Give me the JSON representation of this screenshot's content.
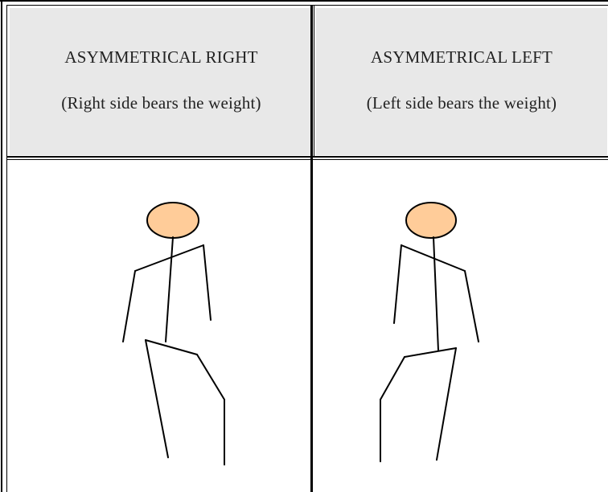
{
  "table": {
    "columns": [
      {
        "title": "ASYMMETRICAL RIGHT",
        "subtitle": "(Right side bears the weight)",
        "figure": "stick-figure-weight-on-right-side"
      },
      {
        "title": "ASYMMETRICAL LEFT",
        "subtitle": "(Left side bears the weight)",
        "figure": "stick-figure-weight-on-left-side"
      }
    ]
  },
  "colors": {
    "header_background": "#e8e8e8",
    "head_fill": "#ffcc99",
    "line": "#000000"
  }
}
